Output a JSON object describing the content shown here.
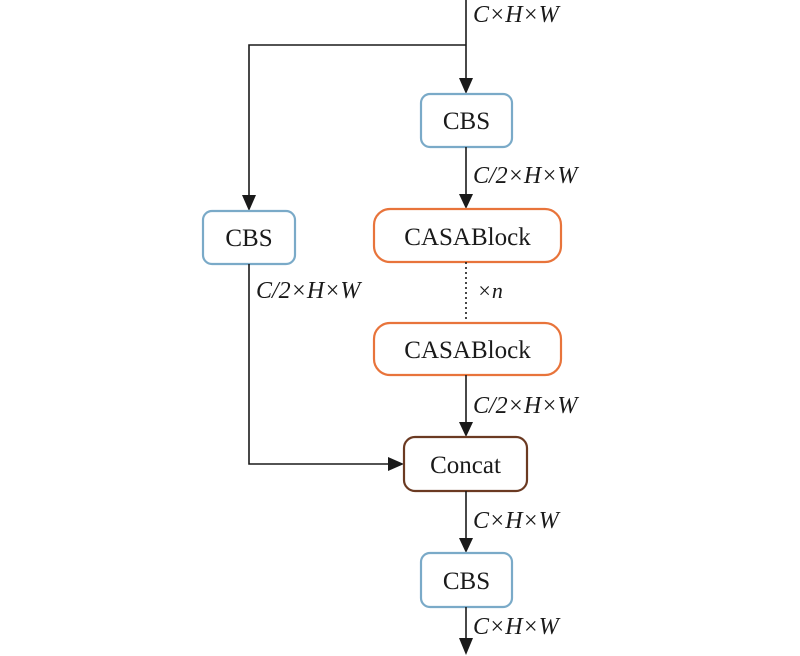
{
  "colors": {
    "cbs_border": "#7aaac8",
    "casablock_border": "#e8743b",
    "concat_border": "#6b3a22",
    "line": "#1a1a1a"
  },
  "nodes": {
    "cbs_top": {
      "label": "CBS"
    },
    "cbs_left": {
      "label": "CBS"
    },
    "casablock_1": {
      "label": "CASABlock"
    },
    "casablock_2": {
      "label": "CASABlock"
    },
    "concat": {
      "label": "Concat"
    },
    "cbs_bottom": {
      "label": "CBS"
    }
  },
  "edge_labels": {
    "input": "C×H×W",
    "after_cbs_top": "C/2×H×W",
    "after_cbs_left": "C/2×H×W",
    "repeat": "×n",
    "after_casablock": "C/2×H×W",
    "after_concat": "C×H×W",
    "output": "C×H×W"
  }
}
